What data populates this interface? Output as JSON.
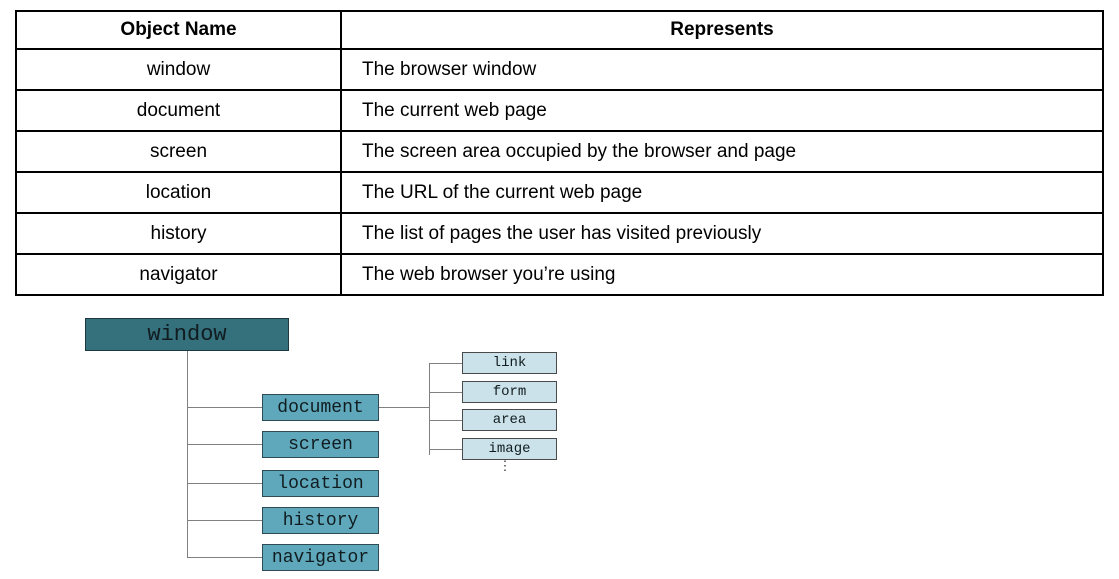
{
  "table": {
    "col_headers": {
      "object_name": "Object Name",
      "represents": "Represents"
    },
    "rows": [
      {
        "object": "window",
        "represents": "The browser window"
      },
      {
        "object": "document",
        "represents": "The current web page"
      },
      {
        "object": "screen",
        "represents": "The screen area occupied by the browser and page"
      },
      {
        "object": "location",
        "represents": "The URL of the current web page"
      },
      {
        "object": "history",
        "represents": "The list of pages the user has visited previously"
      },
      {
        "object": "navigator",
        "represents": "The web browser you’re using"
      }
    ]
  },
  "diagram": {
    "root_label": "window",
    "children": [
      "document",
      "screen",
      "location",
      "history",
      "navigator"
    ],
    "document_children": [
      "link",
      "form",
      "area",
      "image"
    ],
    "more_indicator": "⋮",
    "colors": {
      "root_fill": "#35707D",
      "child_fill": "#5FA7BB",
      "grandchild_fill": "#CCE2EA",
      "line": "#808080"
    }
  }
}
